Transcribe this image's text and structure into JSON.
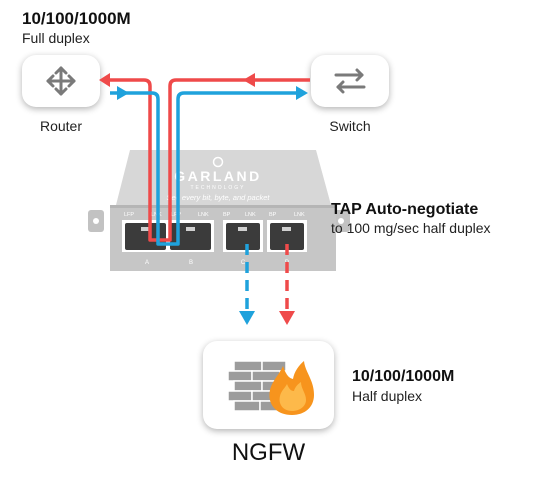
{
  "top_left": {
    "speed": "10/100/1000M",
    "mode": "Full duplex"
  },
  "router": {
    "label": "Router",
    "icon": "router-icon"
  },
  "switch": {
    "label": "Switch",
    "icon": "switch-icon"
  },
  "tap": {
    "title": "TAP Auto-negotiate",
    "subtitle": "to 100 mg/sec half duplex",
    "brand": "GARLAND",
    "brand_sub": "TECHNOLOGY",
    "tagline": "See every bit, byte, and packet",
    "ports": [
      {
        "led1": "LFP",
        "led2": "LNK",
        "label": "A"
      },
      {
        "led1": "LFP",
        "led2": "LNK",
        "label": "B"
      },
      {
        "led1": "BP",
        "led2": "LNK",
        "label": "C"
      },
      {
        "led1": "BP",
        "led2": "LNK",
        "label": "D"
      }
    ]
  },
  "ngfw": {
    "label": "NGFW",
    "speed": "10/100/1000M",
    "mode": "Half duplex",
    "icon": "firewall-icon"
  },
  "colors": {
    "red": "#ef4a4a",
    "blue": "#1fa2dc",
    "tap_body": "#c6c6c6"
  }
}
